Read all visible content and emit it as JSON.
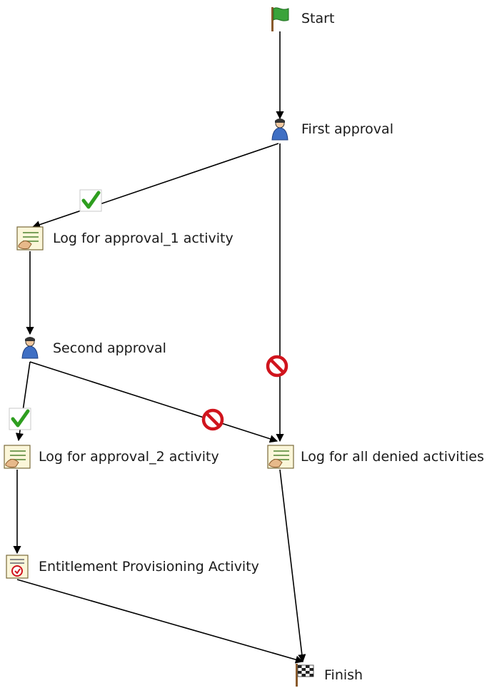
{
  "workflow": {
    "nodes": [
      {
        "id": "start",
        "label": "Start",
        "icon": "green-flag-icon"
      },
      {
        "id": "first-approval",
        "label": "First approval",
        "icon": "user-approver-icon"
      },
      {
        "id": "log-approval-1",
        "label": "Log for approval_1 activity",
        "icon": "log-activity-icon"
      },
      {
        "id": "second-approval",
        "label": "Second approval",
        "icon": "user-approver-icon"
      },
      {
        "id": "log-approval-2",
        "label": "Log for approval_2 activity",
        "icon": "log-activity-icon"
      },
      {
        "id": "log-denied",
        "label": "Log for all denied activities",
        "icon": "log-activity-icon"
      },
      {
        "id": "entitlement",
        "label": "Entitlement Provisioning Activity",
        "icon": "provisioning-activity-icon"
      },
      {
        "id": "finish",
        "label": "Finish",
        "icon": "checkered-flag-icon"
      }
    ],
    "edges": [
      {
        "from": "start",
        "to": "first-approval",
        "condition": ""
      },
      {
        "from": "first-approval",
        "to": "log-approval-1",
        "condition": "approved"
      },
      {
        "from": "first-approval",
        "to": "log-denied",
        "condition": "denied"
      },
      {
        "from": "log-approval-1",
        "to": "second-approval",
        "condition": ""
      },
      {
        "from": "second-approval",
        "to": "log-approval-2",
        "condition": "approved"
      },
      {
        "from": "second-approval",
        "to": "log-denied",
        "condition": "denied"
      },
      {
        "from": "log-approval-2",
        "to": "entitlement",
        "condition": ""
      },
      {
        "from": "entitlement",
        "to": "finish",
        "condition": ""
      },
      {
        "from": "log-denied",
        "to": "finish",
        "condition": ""
      }
    ],
    "condition_icons": {
      "approved": "green-check-icon",
      "denied": "red-prohibited-icon"
    },
    "colors": {
      "edge": "#000000",
      "approved": "#2e9e1f",
      "denied": "#d0141d",
      "user_blue": "#3f6fc4",
      "start_flag": "#3aa33a"
    }
  }
}
